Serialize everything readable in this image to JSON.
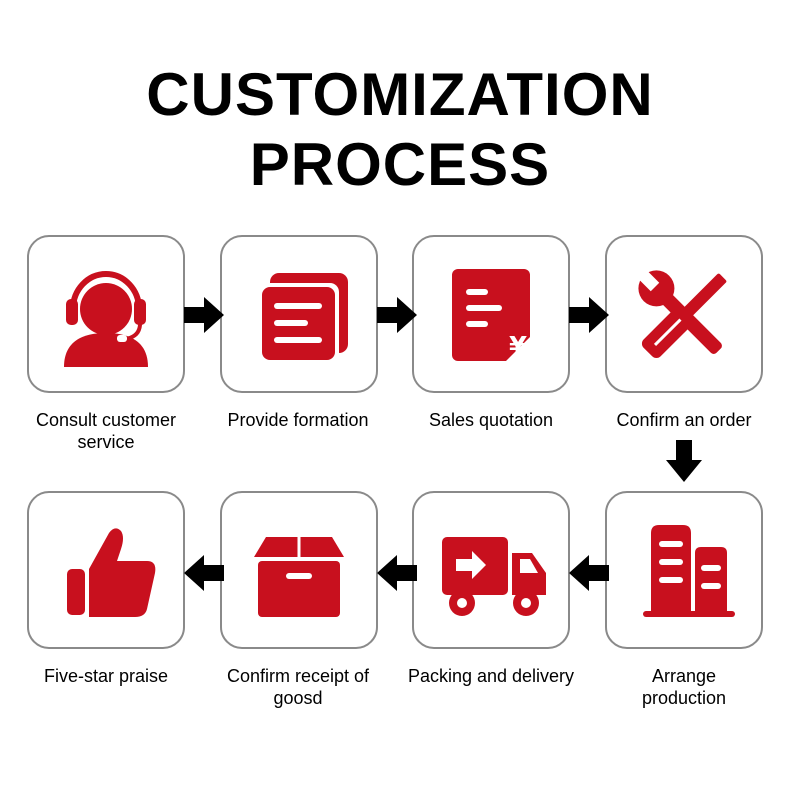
{
  "title": {
    "line1": "CUSTOMIZATION",
    "line2": "PROCESS"
  },
  "accent_color": "#c8101e",
  "steps": [
    {
      "label": "Consult customer service",
      "icon": "customer-service-icon"
    },
    {
      "label": "Provide formation",
      "icon": "documents-icon"
    },
    {
      "label": "Sales quotation",
      "icon": "quotation-icon"
    },
    {
      "label": "Confirm an order",
      "icon": "tools-icon"
    },
    {
      "label": "Arrange production",
      "icon": "factory-icon"
    },
    {
      "label": "Packing and delivery",
      "icon": "delivery-truck-icon"
    },
    {
      "label": "Confirm receipt of goosd",
      "icon": "package-box-icon"
    },
    {
      "label": "Five-star praise",
      "icon": "thumbs-up-icon"
    }
  ],
  "arrows": [
    "arrow-right",
    "arrow-right",
    "arrow-right",
    "arrow-down",
    "arrow-left",
    "arrow-left",
    "arrow-left"
  ]
}
